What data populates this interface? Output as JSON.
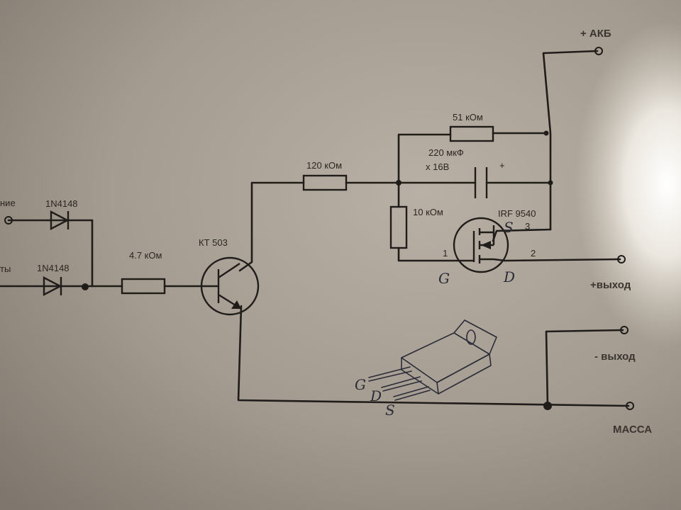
{
  "labels": {
    "input1_partial": "ние",
    "input2_partial": "ты",
    "diode1": "1N4148",
    "diode2": "1N4148",
    "resistor_base": "4.7 кОм",
    "transistor": "КТ 503",
    "resistor_120": "120 кОм",
    "resistor_51": "51 кОм",
    "capacitor_value": "220 мкФ",
    "capacitor_voltage": "x 16B",
    "capacitor_plus": "+",
    "resistor_10": "10 кОм",
    "mosfet": "IRF 9540",
    "pin1": "1",
    "pin2": "2",
    "pin3": "3",
    "terminal_akb": "+ АКБ",
    "terminal_out_plus": "+выход",
    "terminal_out_minus": "- выход",
    "terminal_ground": "МАССА"
  },
  "handwriting": {
    "mosfet_s": "S",
    "mosfet_g": "G",
    "mosfet_d": "D",
    "package_g": "G",
    "package_d": "D",
    "package_s": "S"
  }
}
